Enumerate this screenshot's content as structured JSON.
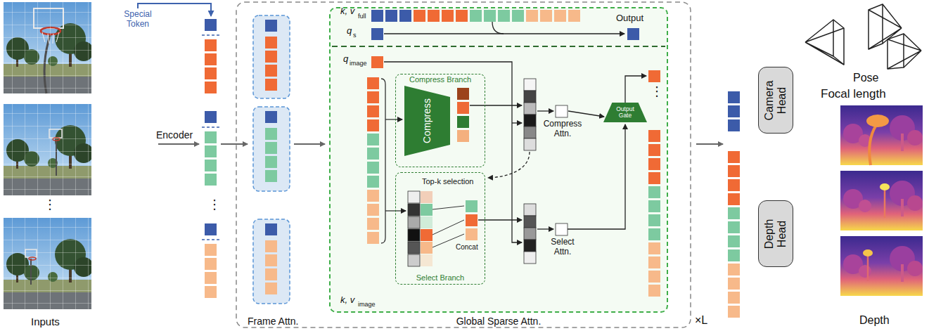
{
  "diagram": {
    "nodes": [
      {
        "text": [
          "Global Sparse Attn."
        ]
      },
      {
        "text": [
          "Compress Branch"
        ],
        "in": 0
      },
      {
        "text": [
          "Compress"
        ],
        "in": 1
      },
      {
        "text": [
          "Select Branch"
        ],
        "in": 0
      },
      {
        "text": [
          "Output Gate"
        ],
        "in": 0
      },
      {
        "text": [
          "Camera Head"
        ]
      },
      {
        "text": [
          "Depth Head"
        ]
      }
    ],
    "labels": [
      "Special Token",
      "Encoder",
      "Inputs",
      "⋮",
      "⋮",
      "Frame Attn.",
      "k, v",
      "full",
      "Output",
      "q",
      "s",
      "q",
      "image",
      "k, v",
      "image",
      "Compress Attn.",
      "Select Attn.",
      "Top-k selection",
      "Concat",
      "⋮",
      "×L",
      "Pose",
      "Focal length",
      "Depth"
    ]
  }
}
